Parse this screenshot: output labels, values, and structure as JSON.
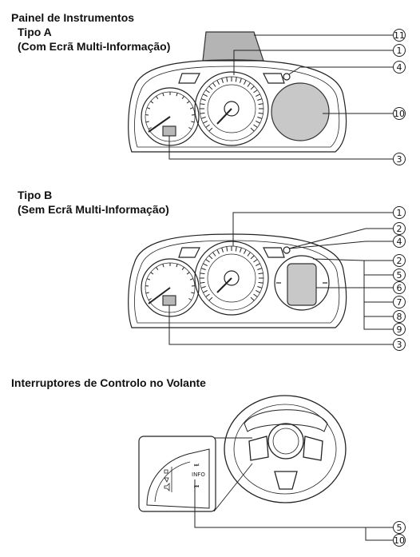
{
  "section_a": {
    "title": "Painel de Instrumentos",
    "subtitle": "Tipo A",
    "note": "(Com Ecrã Multi-Informação)"
  },
  "section_b": {
    "subtitle": "Tipo B",
    "note": "(Sem Ecrã Multi-Informação)"
  },
  "section_c": {
    "title": "Interruptores de Controlo no Volante"
  },
  "callouts": {
    "a": [
      "11",
      "1",
      "4",
      "10",
      "3"
    ],
    "b": [
      "1",
      "2",
      "4",
      "2",
      "5",
      "6",
      "7",
      "8",
      "9",
      "3"
    ],
    "c": [
      "5",
      "10"
    ]
  },
  "switch_labels": {
    "info": "INFO",
    "skip_fwd": "⏭",
    "skip_back": "⏮"
  },
  "colors": {
    "line": "#222222",
    "display_fill": "#c8c8c8",
    "hud_fill": "#b4b4b4"
  }
}
